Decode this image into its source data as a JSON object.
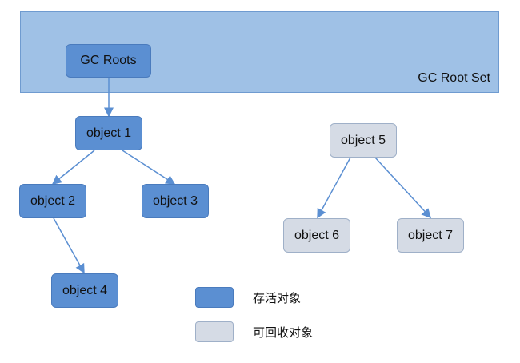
{
  "root_set": {
    "label": "GC Root Set"
  },
  "nodes": {
    "gc_roots": "GC Roots",
    "object1": "object 1",
    "object2": "object 2",
    "object3": "object 3",
    "object4": "object 4",
    "object5": "object 5",
    "object6": "object 6",
    "object7": "object 7"
  },
  "legend": {
    "alive": "存活对象",
    "reclaimable": "可回收对象"
  },
  "colors": {
    "alive": "#5b8fd2",
    "reclaimable": "#d5dbe5",
    "root_set": "#9fc1e6",
    "edge": "#5b8fd2"
  }
}
